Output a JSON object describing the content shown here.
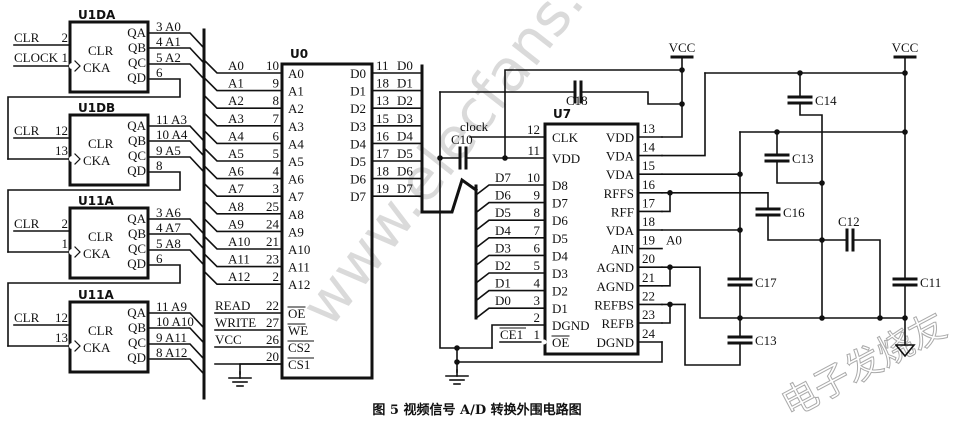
{
  "counters": [
    {
      "name": "U1DA",
      "clr_label": "CLR",
      "clr_pin": "2",
      "clk_label": "CLOCK",
      "clk_pin": "1",
      "outputs": [
        {
          "pin": "3",
          "net": "A0"
        },
        {
          "pin": "4",
          "net": "A1"
        },
        {
          "pin": "5",
          "net": "A2"
        },
        {
          "pin": "6",
          "net": ""
        }
      ]
    },
    {
      "name": "U1DB",
      "clr_label": "CLR",
      "clr_pin": "12",
      "clk_label": "",
      "clk_pin": "13",
      "outputs": [
        {
          "pin": "11",
          "net": "A3"
        },
        {
          "pin": "10",
          "net": "A4"
        },
        {
          "pin": "9",
          "net": "A5"
        },
        {
          "pin": "8",
          "net": ""
        }
      ]
    },
    {
      "name": "U11A",
      "clr_label": "CLR",
      "clr_pin": "2",
      "clk_label": "",
      "clk_pin": "1",
      "outputs": [
        {
          "pin": "3",
          "net": "A6"
        },
        {
          "pin": "4",
          "net": "A7"
        },
        {
          "pin": "5",
          "net": "A8"
        },
        {
          "pin": "6",
          "net": ""
        }
      ]
    },
    {
      "name": "U11A",
      "clr_label": "CLR",
      "clr_pin": "12",
      "clk_label": "",
      "clk_pin": "13",
      "outputs": [
        {
          "pin": "11",
          "net": "A9"
        },
        {
          "pin": "10",
          "net": "A10"
        },
        {
          "pin": "9",
          "net": "A11"
        },
        {
          "pin": "8",
          "net": "A12"
        }
      ]
    }
  ],
  "counter_pins": {
    "clr": "CLR",
    "cka": "CKA",
    "q": [
      "QA",
      "QB",
      "QC",
      "QD"
    ]
  },
  "u0": {
    "name": "U0",
    "address_pins": [
      {
        "net": "A0",
        "pin": "10",
        "label": "A0"
      },
      {
        "net": "A1",
        "pin": "9",
        "label": "A1"
      },
      {
        "net": "A2",
        "pin": "8",
        "label": "A2"
      },
      {
        "net": "A3",
        "pin": "7",
        "label": "A3"
      },
      {
        "net": "A4",
        "pin": "6",
        "label": "A4"
      },
      {
        "net": "A5",
        "pin": "5",
        "label": "A5"
      },
      {
        "net": "A6",
        "pin": "4",
        "label": "A6"
      },
      {
        "net": "A7",
        "pin": "3",
        "label": "A7"
      },
      {
        "net": "A8",
        "pin": "25",
        "label": "A8"
      },
      {
        "net": "A9",
        "pin": "24",
        "label": "A9"
      },
      {
        "net": "A10",
        "pin": "21",
        "label": "A10"
      },
      {
        "net": "A11",
        "pin": "23",
        "label": "A11"
      },
      {
        "net": "A12",
        "pin": "2",
        "label": "A12"
      }
    ],
    "control_pins": [
      {
        "net": "READ",
        "pin": "22",
        "label": "OE"
      },
      {
        "net": "WRITE",
        "pin": "27",
        "label": "WE"
      },
      {
        "net": "VCC",
        "pin": "26",
        "label": "CS2"
      },
      {
        "net": "",
        "pin": "20",
        "label": "CS1"
      }
    ],
    "data_pins": [
      {
        "pin": "11",
        "net": "D0",
        "label": "D0"
      },
      {
        "pin": "18",
        "net": "D1",
        "label": "D1"
      },
      {
        "pin": "13",
        "net": "D2",
        "label": "D2"
      },
      {
        "pin": "15",
        "net": "D3",
        "label": "D3"
      },
      {
        "pin": "16",
        "net": "D4",
        "label": "D4"
      },
      {
        "pin": "17",
        "net": "D5",
        "label": "D5"
      },
      {
        "pin": "18",
        "net": "D6",
        "label": "D6"
      },
      {
        "pin": "19",
        "net": "D7",
        "label": "D7"
      }
    ]
  },
  "u7": {
    "name": "U7",
    "left_pins": [
      {
        "net": "clock",
        "pin": "12",
        "label": "CLK"
      },
      {
        "net": "",
        "pin": "11",
        "label": "VDD"
      },
      {
        "net": "D7",
        "pin": "10",
        "label": "D8"
      },
      {
        "net": "D6",
        "pin": "9",
        "label": "D7"
      },
      {
        "net": "D5",
        "pin": "8",
        "label": "D6"
      },
      {
        "net": "D4",
        "pin": "7",
        "label": "D5"
      },
      {
        "net": "D3",
        "pin": "6",
        "label": "D4"
      },
      {
        "net": "D2",
        "pin": "5",
        "label": "D3"
      },
      {
        "net": "D1",
        "pin": "4",
        "label": "D2"
      },
      {
        "net": "D0",
        "pin": "3",
        "label": "D1"
      },
      {
        "net": "",
        "pin": "2",
        "label": "DGND"
      },
      {
        "net": "CE1",
        "pin": "1",
        "label": "OE"
      }
    ],
    "right_pins": [
      {
        "pin": "13",
        "label": "VDD",
        "net": ""
      },
      {
        "pin": "14",
        "label": "VDA",
        "net": ""
      },
      {
        "pin": "15",
        "label": "VDA",
        "net": ""
      },
      {
        "pin": "16",
        "label": "RFFS",
        "net": ""
      },
      {
        "pin": "17",
        "label": "RFF",
        "net": ""
      },
      {
        "pin": "18",
        "label": "VDA",
        "net": ""
      },
      {
        "pin": "19",
        "label": "AIN",
        "net": "A0"
      },
      {
        "pin": "20",
        "label": "AGND",
        "net": ""
      },
      {
        "pin": "21",
        "label": "AGND",
        "net": ""
      },
      {
        "pin": "22",
        "label": "REFBS",
        "net": ""
      },
      {
        "pin": "23",
        "label": "REFB",
        "net": ""
      },
      {
        "pin": "24",
        "label": "DGND",
        "net": ""
      }
    ]
  },
  "capacitors": {
    "c18": "C18",
    "c10": "C10",
    "c14": "C14",
    "c13a": "C13",
    "c16": "C16",
    "c12": "C12",
    "c17": "C17",
    "c13b": "C13",
    "c11": "C11"
  },
  "power": {
    "vcc1": "VCC",
    "vcc2": "VCC"
  },
  "caption": "图 5   视频信号 A/D 转换外围电路图",
  "watermark": "www.elecfans.com",
  "watermark_logo": "电子发烧友"
}
